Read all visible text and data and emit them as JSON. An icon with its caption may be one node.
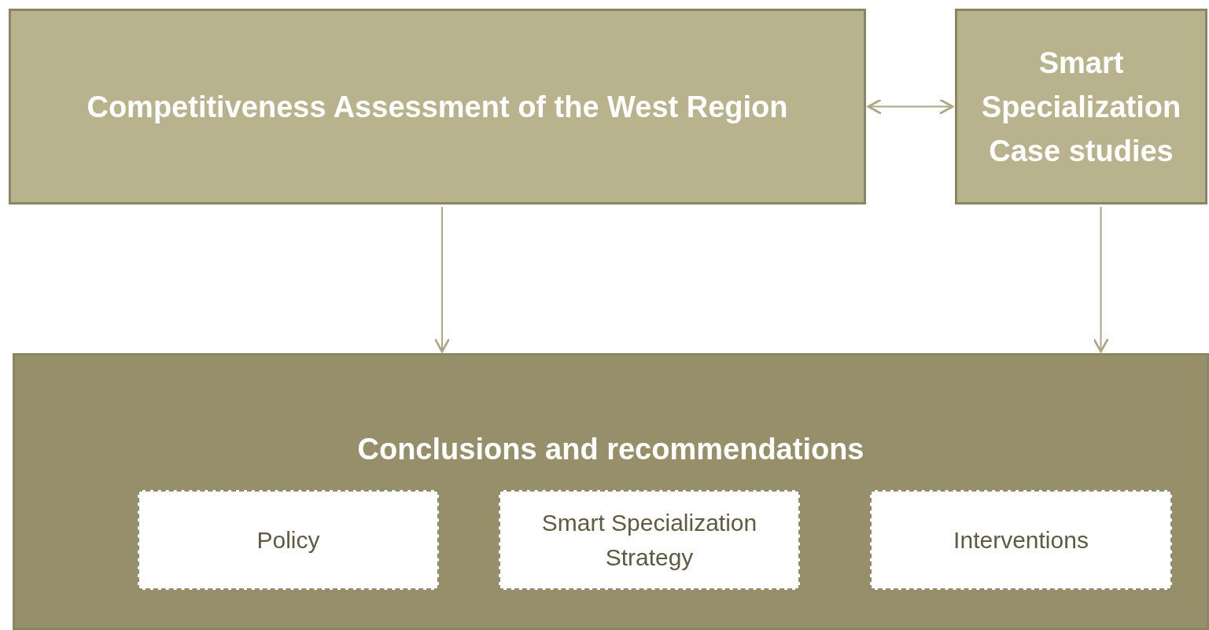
{
  "diagram": {
    "nodes": [
      {
        "text": [
          "Competitiveness Assessment of the West Region"
        ]
      },
      {
        "text": [
          "Smart Specialization Case studies"
        ]
      },
      {
        "text": [
          "Conclusions and recommendations"
        ]
      },
      {
        "text": [
          "Policy"
        ],
        "in": 2
      },
      {
        "text": [
          "Smart Specialization Strategy"
        ],
        "in": 2
      },
      {
        "text": [
          "Interventions"
        ],
        "in": 2
      }
    ],
    "edges": [
      {
        "from": 0,
        "to": 1,
        "arrow": "both"
      },
      {
        "from": 0,
        "to": 2,
        "arrow": "to"
      },
      {
        "from": 1,
        "to": 2,
        "arrow": "to"
      }
    ]
  }
}
